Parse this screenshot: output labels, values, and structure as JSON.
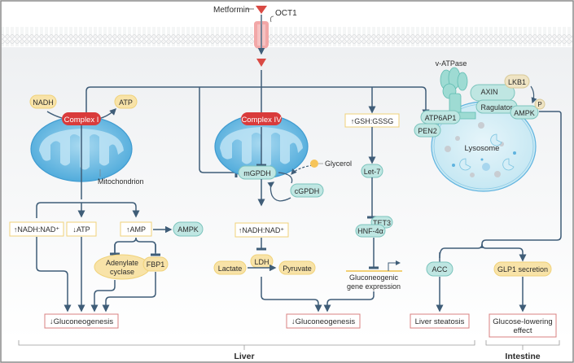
{
  "drug": {
    "name": "Metformin",
    "transporter": "OCT1"
  },
  "mitochondrion_left": {
    "complex": "Complex I",
    "inputs": [
      "NADH",
      "ATP"
    ],
    "label": "Mitochondrion"
  },
  "mitochondrion_mid": {
    "complex": "Complex IV",
    "enzymes": [
      "mGPDH",
      "cGPDH"
    ],
    "substrate": "Glycerol"
  },
  "gsh_branch": {
    "ratio": "↑GSH:GSSG",
    "mirna": "Let-7",
    "complex": [
      "TET3",
      "HNF-4α"
    ],
    "gene": "Gluconeogenic gene expression"
  },
  "lysosome": {
    "pump": "v-ATPase",
    "label": "Lysosome",
    "proteins": [
      "LKB1",
      "AXIN",
      "Ragulator",
      "AMPK",
      "ATP6AP1",
      "PEN2"
    ],
    "phospho": "P"
  },
  "left_outcomes": {
    "ratio": "↑NADH:NAD⁺",
    "atp": "↓ATP",
    "amp": "↑AMP",
    "ampk": "AMPK",
    "adenylate": [
      "Adenylate",
      "cyclase"
    ],
    "fbp": "FBP1",
    "result": "↓Gluconeogenesis"
  },
  "mid_outcomes": {
    "ratio": "↑NADH:NAD⁺",
    "ldh": "LDH",
    "lactate": "Lactate",
    "pyruvate": "Pyruvate",
    "result": "↓Gluconeogenesis"
  },
  "right_outcomes": {
    "acc": "ACC",
    "steatosis": "Liver steatosis",
    "glp1": "GLP1 secretion",
    "glucose": [
      "Glucose-lowering",
      "effect"
    ]
  },
  "regions": {
    "liver": "Liver",
    "intestine": "Intestine"
  },
  "colors": {
    "line": "#3f5d78",
    "red": "#d93b3b",
    "teal": "#bfe6e2",
    "teal_stroke": "#7cc4bd",
    "yellow": "#f8e3a8",
    "yellow_stroke": "#f0d27a",
    "outcome_stroke": "#d98080",
    "mito": "#5fb3df"
  }
}
